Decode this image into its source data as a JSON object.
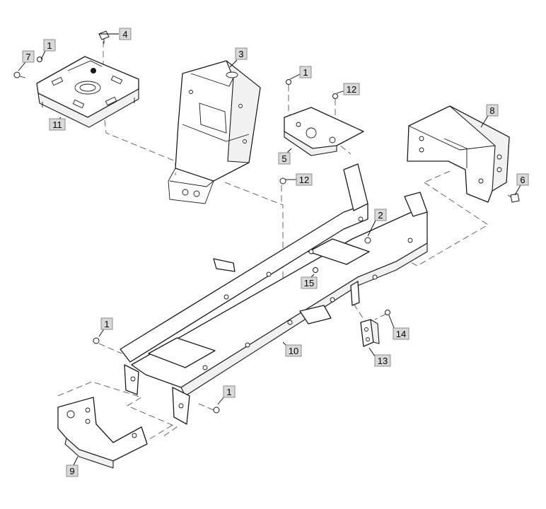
{
  "callouts": {
    "c1a": "1",
    "c1b": "1",
    "c1c": "1",
    "c1d": "1",
    "c2": "2",
    "c3": "3",
    "c4": "4",
    "c5": "5",
    "c6": "6",
    "c7": "7",
    "c8": "8",
    "c9": "9",
    "c10": "10",
    "c11": "11",
    "c12a": "12",
    "c12b": "12",
    "c13": "13",
    "c14": "14",
    "c15": "15"
  },
  "colors": {
    "line": "#1a1a1a",
    "callout_fill": "#d9d9d9",
    "callout_border": "#8c8c8c"
  }
}
